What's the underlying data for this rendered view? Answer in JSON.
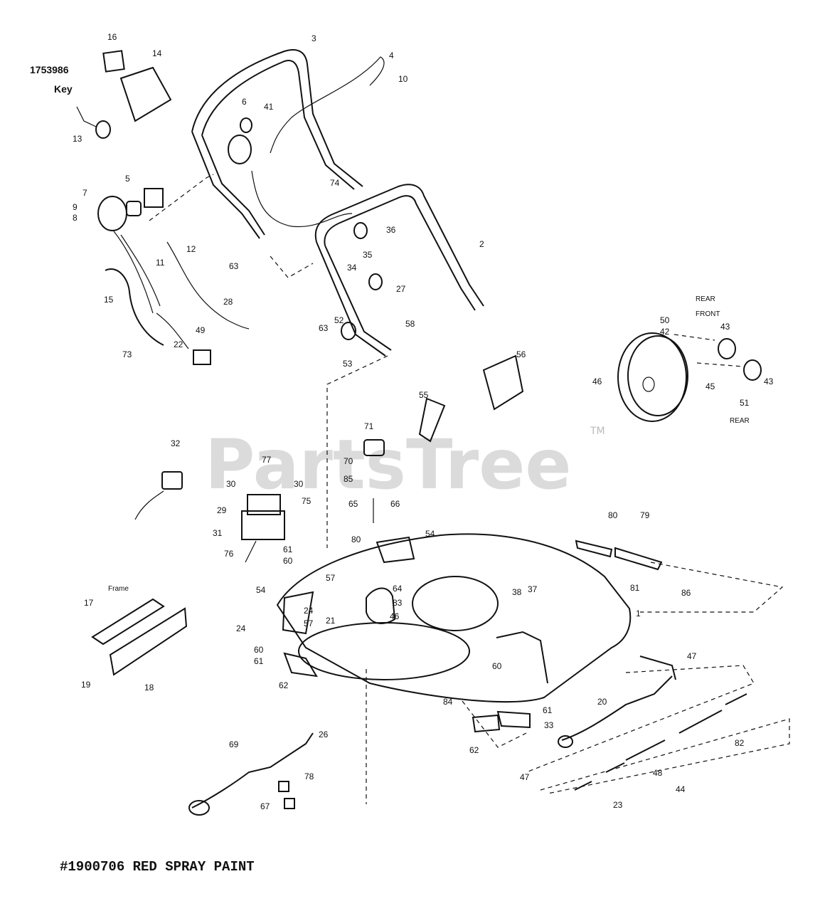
{
  "watermark": {
    "text": "PartsTree",
    "tm": "TM"
  },
  "key_part": {
    "number": "1753986",
    "word": "Key"
  },
  "footer": "#1900706  RED SPRAY PAINT",
  "annotations": {
    "rear_top": "REAR",
    "front": "FRONT",
    "rear_bottom": "REAR",
    "frame": "Frame"
  },
  "callouts": [
    {
      "id": "c16",
      "text": "16"
    },
    {
      "id": "c14",
      "text": "14"
    },
    {
      "id": "c13",
      "text": "13"
    },
    {
      "id": "c3",
      "text": "3"
    },
    {
      "id": "c4",
      "text": "4"
    },
    {
      "id": "c10",
      "text": "10"
    },
    {
      "id": "c41",
      "text": "41"
    },
    {
      "id": "c6",
      "text": "6"
    },
    {
      "id": "c5",
      "text": "5"
    },
    {
      "id": "c7",
      "text": "7"
    },
    {
      "id": "c9",
      "text": "9"
    },
    {
      "id": "c8",
      "text": "8"
    },
    {
      "id": "c12",
      "text": "12"
    },
    {
      "id": "c11",
      "text": "11"
    },
    {
      "id": "c74",
      "text": "74"
    },
    {
      "id": "c63a",
      "text": "63"
    },
    {
      "id": "c36",
      "text": "36"
    },
    {
      "id": "c35",
      "text": "35"
    },
    {
      "id": "c2",
      "text": "2"
    },
    {
      "id": "c34",
      "text": "34"
    },
    {
      "id": "c27",
      "text": "27"
    },
    {
      "id": "c15",
      "text": "15"
    },
    {
      "id": "c28",
      "text": "28"
    },
    {
      "id": "c49",
      "text": "49"
    },
    {
      "id": "c73",
      "text": "73"
    },
    {
      "id": "c22",
      "text": "22"
    },
    {
      "id": "c52",
      "text": "52"
    },
    {
      "id": "c63b",
      "text": "63"
    },
    {
      "id": "c58",
      "text": "58"
    },
    {
      "id": "c53",
      "text": "53"
    },
    {
      "id": "c50",
      "text": "50"
    },
    {
      "id": "c42",
      "text": "42"
    },
    {
      "id": "c43a",
      "text": "43"
    },
    {
      "id": "c43b",
      "text": "43"
    },
    {
      "id": "c45",
      "text": "45"
    },
    {
      "id": "c46a",
      "text": "46"
    },
    {
      "id": "c51",
      "text": "51"
    },
    {
      "id": "c56",
      "text": "56"
    },
    {
      "id": "c55",
      "text": "55"
    },
    {
      "id": "c71",
      "text": "71"
    },
    {
      "id": "c70",
      "text": "70"
    },
    {
      "id": "c85",
      "text": "85"
    },
    {
      "id": "c66",
      "text": "66"
    },
    {
      "id": "c65",
      "text": "65"
    },
    {
      "id": "c32",
      "text": "32"
    },
    {
      "id": "c77",
      "text": "77"
    },
    {
      "id": "c30a",
      "text": "30"
    },
    {
      "id": "c30b",
      "text": "30"
    },
    {
      "id": "c29",
      "text": "29"
    },
    {
      "id": "c75",
      "text": "75"
    },
    {
      "id": "c31",
      "text": "31"
    },
    {
      "id": "c76",
      "text": "76"
    },
    {
      "id": "c61a",
      "text": "61"
    },
    {
      "id": "c60a",
      "text": "60"
    },
    {
      "id": "c80a",
      "text": "80"
    },
    {
      "id": "c54a",
      "text": "54"
    },
    {
      "id": "c57a",
      "text": "57"
    },
    {
      "id": "c54b",
      "text": "54"
    },
    {
      "id": "c64",
      "text": "64"
    },
    {
      "id": "c83",
      "text": "83"
    },
    {
      "id": "c46b",
      "text": "46"
    },
    {
      "id": "c38",
      "text": "38"
    },
    {
      "id": "c37",
      "text": "37"
    },
    {
      "id": "c80b",
      "text": "80"
    },
    {
      "id": "c79",
      "text": "79"
    },
    {
      "id": "c81",
      "text": "81"
    },
    {
      "id": "c86",
      "text": "86"
    },
    {
      "id": "c1",
      "text": "1"
    },
    {
      "id": "c21",
      "text": "21"
    },
    {
      "id": "c24a",
      "text": "24"
    },
    {
      "id": "c24b",
      "text": "24"
    },
    {
      "id": "c57b",
      "text": "57"
    },
    {
      "id": "c60b",
      "text": "60"
    },
    {
      "id": "c61b",
      "text": "61"
    },
    {
      "id": "c17",
      "text": "17"
    },
    {
      "id": "c19",
      "text": "19"
    },
    {
      "id": "c18",
      "text": "18"
    },
    {
      "id": "c62a",
      "text": "62"
    },
    {
      "id": "c47a",
      "text": "47"
    },
    {
      "id": "c60c",
      "text": "60"
    },
    {
      "id": "c84",
      "text": "84"
    },
    {
      "id": "c61c",
      "text": "61"
    },
    {
      "id": "c33",
      "text": "33"
    },
    {
      "id": "c20",
      "text": "20"
    },
    {
      "id": "c62b",
      "text": "62"
    },
    {
      "id": "c82",
      "text": "82"
    },
    {
      "id": "c47b",
      "text": "47"
    },
    {
      "id": "c48",
      "text": "48"
    },
    {
      "id": "c44",
      "text": "44"
    },
    {
      "id": "c23",
      "text": "23"
    },
    {
      "id": "c69",
      "text": "69"
    },
    {
      "id": "c26",
      "text": "26"
    },
    {
      "id": "c78",
      "text": "78"
    },
    {
      "id": "c67",
      "text": "67"
    }
  ]
}
